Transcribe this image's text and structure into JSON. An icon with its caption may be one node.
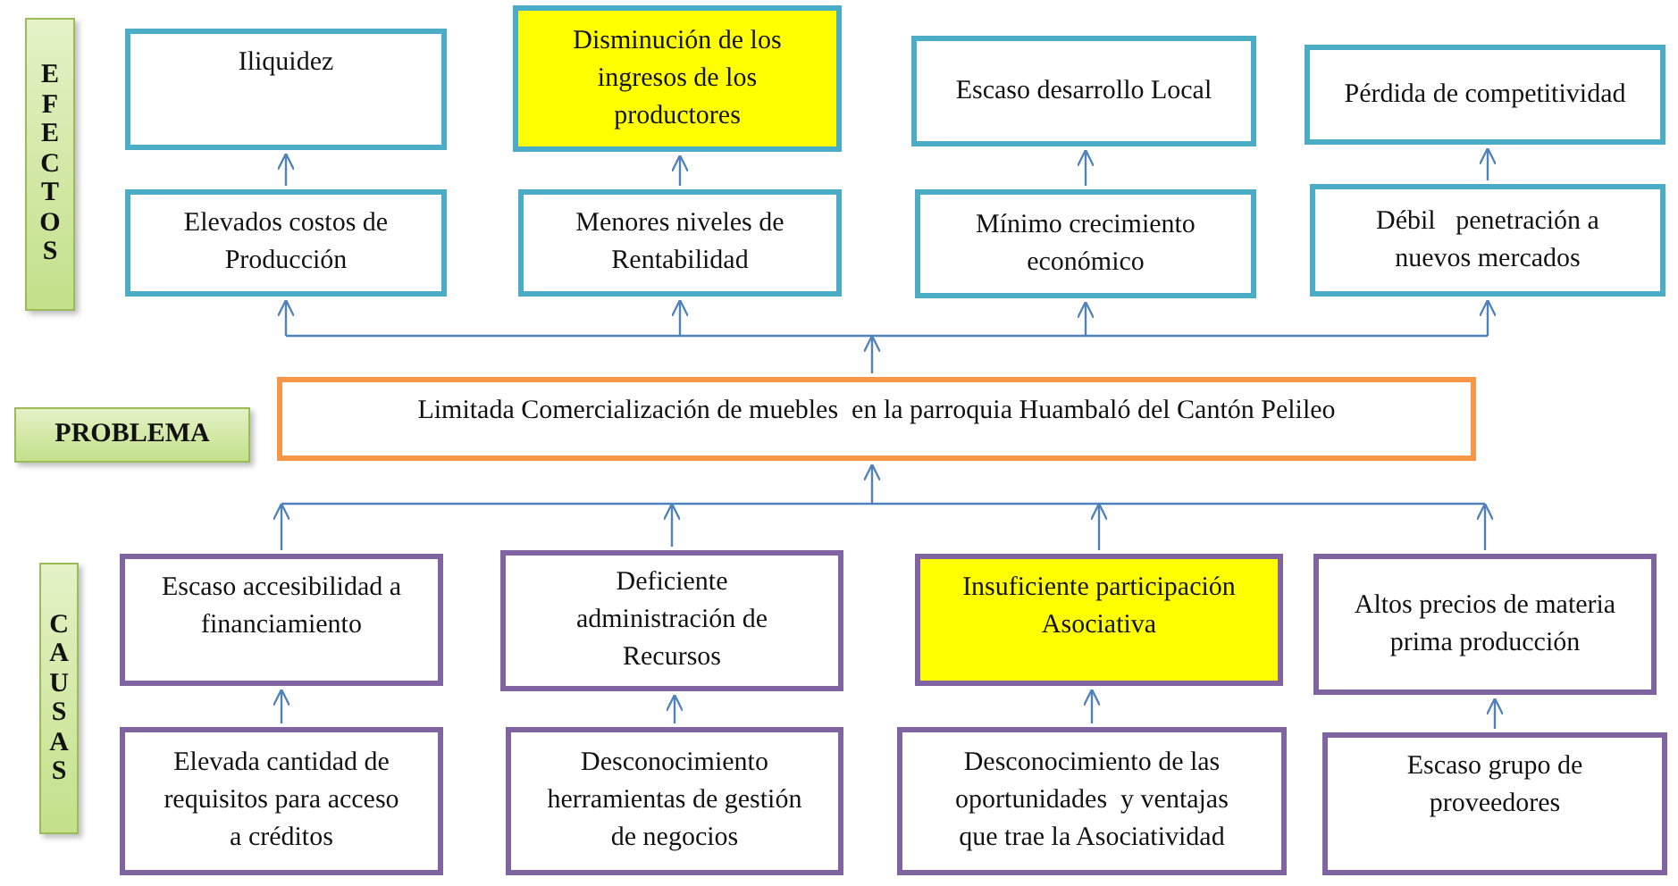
{
  "diagram": {
    "nodes": [
      {
        "text": [
          "EFECTOS"
        ]
      },
      {
        "text": [
          "Iliquidez"
        ]
      },
      {
        "text": [
          "Disminución de los ingresos de los productores"
        ]
      },
      {
        "text": [
          "Escaso desarrollo Local"
        ]
      },
      {
        "text": [
          "Pérdida de competitividad"
        ]
      },
      {
        "text": [
          "Elevados costos de Producción"
        ]
      },
      {
        "text": [
          "Menores niveles de Rentabilidad"
        ]
      },
      {
        "text": [
          "Mínimo crecimiento económico"
        ]
      },
      {
        "text": [
          "Débil   penetración a nuevos mercados"
        ]
      },
      {
        "text": [
          "PROBLEMA"
        ]
      },
      {
        "text": [
          "Limitada Comercialización de muebles  en la parroquia Huambaló del Cantón Pelileo"
        ]
      },
      {
        "text": [
          "CAUSAS"
        ]
      },
      {
        "text": [
          "Escaso accesibilidad a financiamiento"
        ]
      },
      {
        "text": [
          "Deficiente administración de Recursos"
        ]
      },
      {
        "text": [
          "Insuficiente participación Asociativa"
        ]
      },
      {
        "text": [
          "Altos precios de materia prima producción"
        ]
      },
      {
        "text": [
          "Elevada cantidad de requisitos para acceso a créditos"
        ]
      },
      {
        "text": [
          "Desconocimiento herramientas de gestión de negocios"
        ]
      },
      {
        "text": [
          "Desconocimiento de las oportunidades  y ventajas que trae la Asociatividad"
        ]
      },
      {
        "text": [
          "Escaso grupo de proveedores"
        ]
      }
    ],
    "edges": [
      {
        "from": 5,
        "to": 1,
        "arrow": "to"
      },
      {
        "from": 6,
        "to": 2,
        "arrow": "to"
      },
      {
        "from": 7,
        "to": 3,
        "arrow": "to"
      },
      {
        "from": 8,
        "to": 4,
        "arrow": "to"
      },
      {
        "from": 10,
        "to": 5,
        "arrow": "to"
      },
      {
        "from": 10,
        "to": 6,
        "arrow": "to"
      },
      {
        "from": 10,
        "to": 7,
        "arrow": "to"
      },
      {
        "from": 10,
        "to": 8,
        "arrow": "to"
      },
      {
        "from": 12,
        "to": 10,
        "arrow": "to"
      },
      {
        "from": 13,
        "to": 10,
        "arrow": "to"
      },
      {
        "from": 14,
        "to": 10,
        "arrow": "to"
      },
      {
        "from": 15,
        "to": 10,
        "arrow": "to"
      },
      {
        "from": 16,
        "to": 12,
        "arrow": "to"
      },
      {
        "from": 17,
        "to": 13,
        "arrow": "to"
      },
      {
        "from": 18,
        "to": 14,
        "arrow": "to"
      },
      {
        "from": 19,
        "to": 15,
        "arrow": "to"
      }
    ]
  }
}
